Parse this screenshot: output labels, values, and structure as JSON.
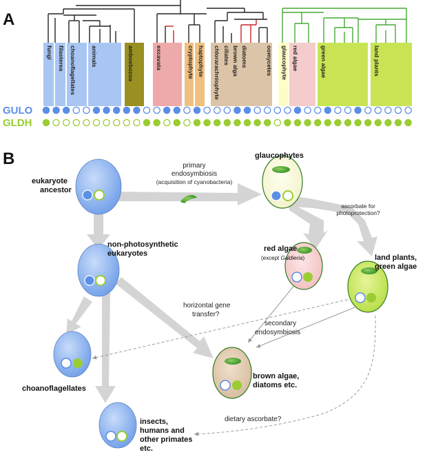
{
  "panel_a": {
    "letter": "A",
    "gene_labels": {
      "gulo": "GULO",
      "gldh": "GLDH"
    },
    "clades": [
      {
        "label": "fungi"
      },
      {
        "label": "filasterea"
      },
      {
        "label": "choanoflagellates"
      },
      {
        "label": "animals"
      },
      {
        "label": "amboebozoa"
      },
      {
        "label": "excavata"
      },
      {
        "label": "cryptophyte"
      },
      {
        "label": "haptophyte"
      },
      {
        "label": "chlorarachniophyte"
      },
      {
        "label": "ciliates"
      },
      {
        "label": "brown alga"
      },
      {
        "label": "diatoms"
      },
      {
        "label": "oomycetes"
      },
      {
        "label": "glaucophyte"
      },
      {
        "label": "red algae"
      },
      {
        "label": "green algae"
      },
      {
        "label": "land plants"
      }
    ],
    "colors": {
      "opisthokont": "#a9c6f2",
      "amoebozoa": "#9a9022",
      "excavata": "#eeaaaa",
      "crypto_hapto": "#f0c080",
      "chromalveolate": "#dcc4a8",
      "glaucophyte": "#fefdc8",
      "red_algae": "#f4cccc",
      "green": "#c8e455",
      "tree_black": "#222222",
      "tree_red": "#cc2222",
      "tree_green": "#44aa33",
      "gulo": "#5b8ee6",
      "gldh": "#9acd32"
    }
  },
  "panel_b": {
    "letter": "B",
    "nodes": {
      "ancestor": {
        "title_line1": "eukaryote",
        "title_line2": "ancestor"
      },
      "glaucophytes": {
        "title": "glaucophytes"
      },
      "nonphoto": {
        "title_line1": "non-photosynthetic",
        "title_line2": "eukaryotes"
      },
      "red_algae": {
        "title": "red algae",
        "sub_prefix": "(except ",
        "sub_italic": "Galdieria",
        "sub_suffix": ")"
      },
      "land_plants": {
        "title_line1": "land plants,",
        "title_line2": "green algae"
      },
      "choanoflagellates": {
        "title": "choanoflagellates"
      },
      "brown_algae": {
        "title_line1": "brown algae,",
        "title_line2": "diatoms etc."
      },
      "humans": {
        "title_line1": "insects,",
        "title_line2": "humans and",
        "title_line3": "other primates",
        "title_line4": "etc."
      }
    },
    "annotations": {
      "primary_line1": "primary",
      "primary_line2": "endosymbiosis",
      "primary_line3": "(acquisition of cyanobacteria)",
      "ascorbate_line1": "ascorbate for",
      "ascorbate_line2": "photoprotection?",
      "hgt_line1": "horizontal gene",
      "hgt_line2": "transfer?",
      "secondary_line1": "secondary",
      "secondary_line2": "endosymbiosis",
      "dietary": "dietary ascorbate?"
    }
  }
}
